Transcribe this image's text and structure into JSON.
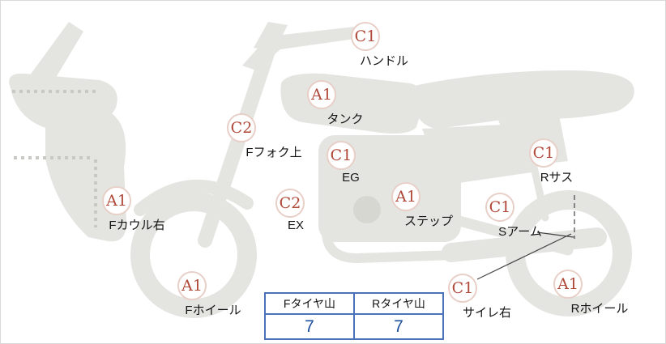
{
  "markers": [
    {
      "grade": "C1",
      "label": "ハンドル"
    },
    {
      "grade": "A1",
      "label": "タンク"
    },
    {
      "grade": "C2",
      "label": "Fフォク上"
    },
    {
      "grade": "C1",
      "label": "EG"
    },
    {
      "grade": "A1",
      "label": "Fカウル右"
    },
    {
      "grade": "C2",
      "label": "EX"
    },
    {
      "grade": "A1",
      "label": "ステップ"
    },
    {
      "grade": "C1",
      "label": "Sアーム"
    },
    {
      "grade": "C1",
      "label": "Rサス"
    },
    {
      "grade": "A1",
      "label": "Fホイール"
    },
    {
      "grade": "C1",
      "label": "サイレ右"
    },
    {
      "grade": "A1",
      "label": "Rホイール"
    }
  ],
  "tire_table": {
    "front_header": "Fタイヤ山",
    "rear_header": "Rタイヤ山",
    "front_value": "7",
    "rear_value": "7"
  },
  "colors": {
    "grade_text": "#b0493a",
    "grade_circle_border": "#e8cfc8",
    "label_text": "#141414",
    "table_border": "#4a72b8",
    "table_value_text": "#1d4f9c",
    "silhouette": "#e4e4e0"
  }
}
